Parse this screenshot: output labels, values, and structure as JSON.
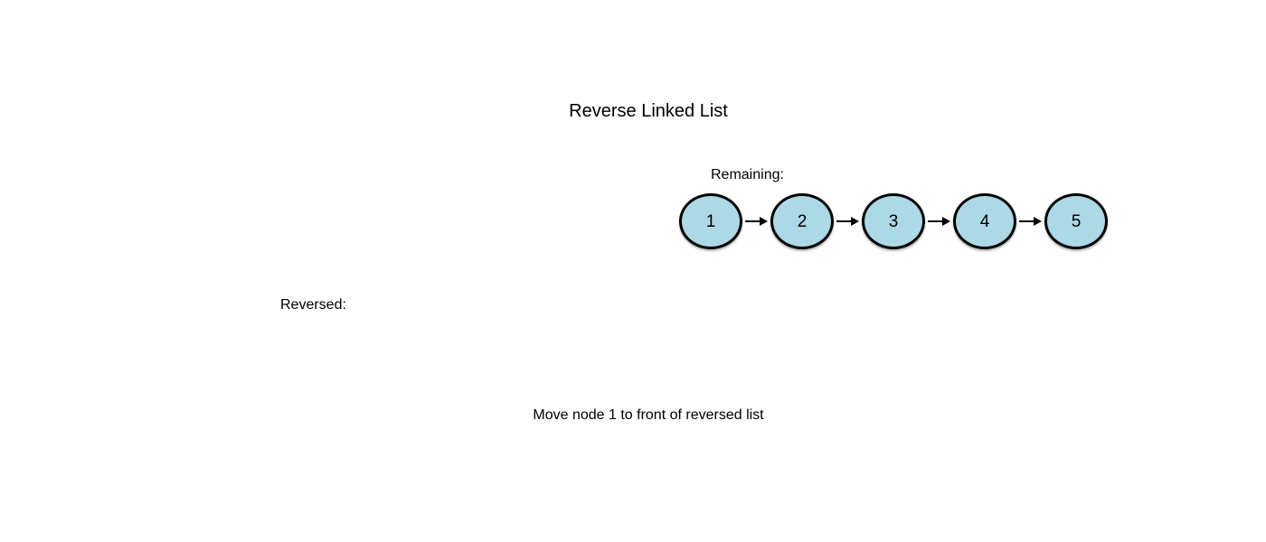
{
  "title": "Reverse Linked List",
  "remaining": {
    "label": "Remaining:",
    "nodes": [
      "1",
      "2",
      "3",
      "4",
      "5"
    ]
  },
  "reversed": {
    "label": "Reversed:",
    "nodes": []
  },
  "status": "Move node 1 to front of reversed list",
  "colors": {
    "node-fill": "#ADD8E6",
    "node-border": "#000000",
    "arrow": "#000000",
    "text": "#000000",
    "background": "#FFFFFF"
  }
}
